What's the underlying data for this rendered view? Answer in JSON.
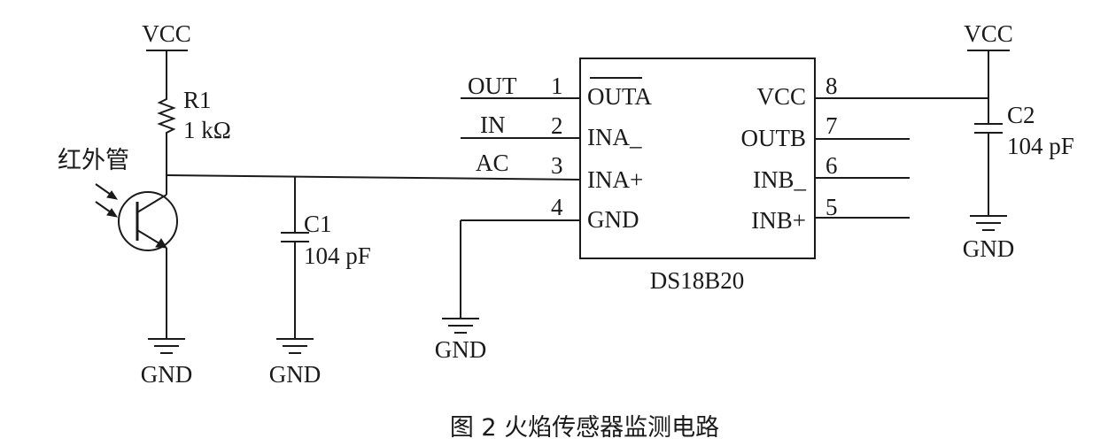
{
  "caption": "图 2   火焰传感器监测电路",
  "chip": {
    "name": "DS18B20",
    "left_pins": [
      {
        "number": "1",
        "label": "OUTA",
        "net": "OUT"
      },
      {
        "number": "2",
        "label": "INA_",
        "net": "IN"
      },
      {
        "number": "3",
        "label": "INA+",
        "net": "AC"
      },
      {
        "number": "4",
        "label": "GND",
        "net": ""
      }
    ],
    "right_pins": [
      {
        "number": "8",
        "label": "VCC"
      },
      {
        "number": "7",
        "label": "OUTB"
      },
      {
        "number": "6",
        "label": "INB_"
      },
      {
        "number": "5",
        "label": "INB+"
      }
    ]
  },
  "components": {
    "r1": {
      "ref": "R1",
      "value": "1 kΩ"
    },
    "c1": {
      "ref": "C1",
      "value": "104 pF"
    },
    "c2": {
      "ref": "C2",
      "value": "104 pF"
    },
    "ir_tube": {
      "label": "红外管"
    }
  },
  "power": {
    "vcc": "VCC",
    "gnd": "GND"
  },
  "colors": {
    "ink": "#1a1a1a",
    "background": "#ffffff"
  }
}
